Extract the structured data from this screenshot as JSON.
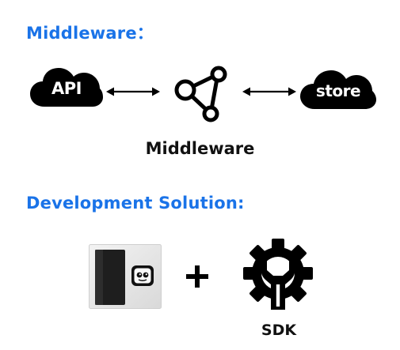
{
  "sections": {
    "middleware_heading": "Middleware：",
    "development_heading": "Development Solution:"
  },
  "diagram": {
    "left_cloud_label": "API",
    "right_cloud_label": "store",
    "center_label": "Middleware",
    "center_icon": "share-nodes-icon",
    "connector": "bidirectional-arrow"
  },
  "solution": {
    "device_icon": "robot-tablet-icon",
    "operator": "+",
    "tool_icon": "gear-wrench-icon",
    "tool_label": "SDK"
  },
  "colors": {
    "heading": "#1a73e8",
    "icon": "#000000",
    "text": "#111111"
  }
}
